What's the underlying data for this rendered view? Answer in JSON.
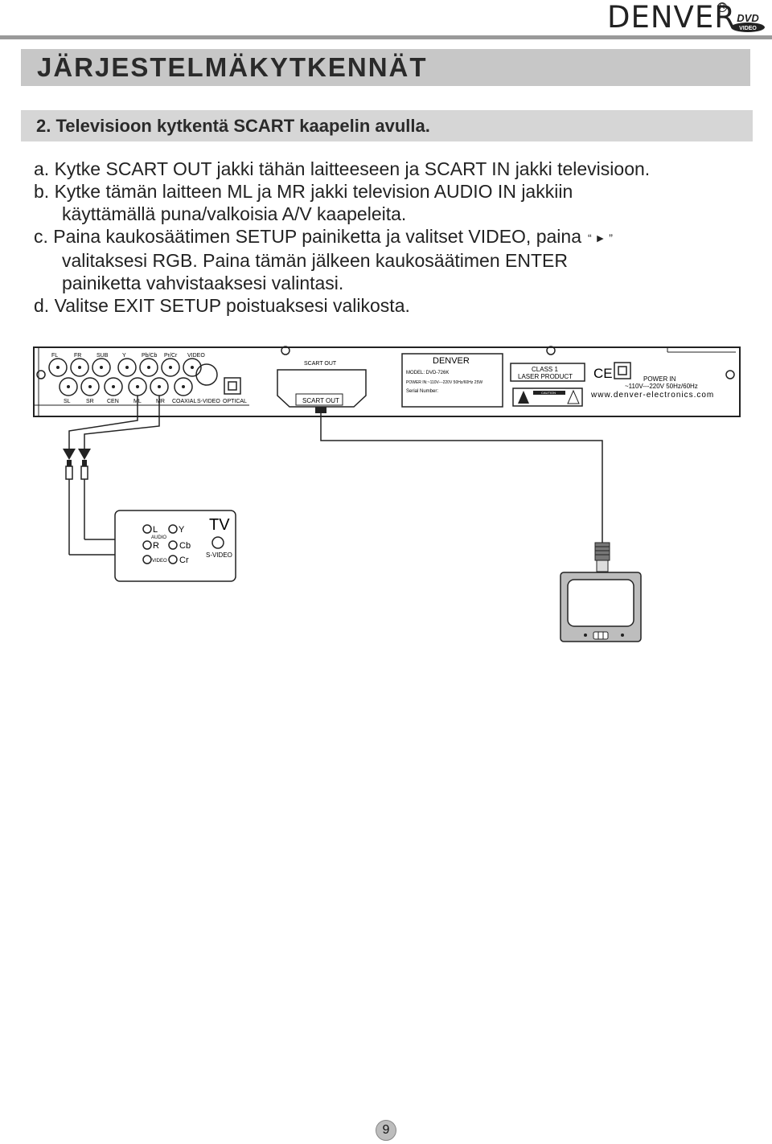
{
  "header": {
    "brand": "DENVER",
    "badge_top": "DVD",
    "badge_bottom": "VIDEO"
  },
  "section_title": "JÄRJESTELMÄKYTKENNÄT",
  "subsection_title": "2. Televisioon kytkentä SCART kaapelin avulla.",
  "steps": {
    "a": "a. Kytke SCART OUT jakki tähän laitteeseen ja SCART IN jakki televisioon.",
    "b1": "b. Kytke tämän laitteen ML ja MR jakki television AUDIO IN jakkiin",
    "b2": "käyttämällä puna/valkoisia A/V kaapeleita.",
    "c1": "c. Paina kaukosäätimen SETUP painiketta ja valitset VIDEO, paina",
    "c_arrow": "“ ► ”",
    "c2": "valitaksesi RGB. Paina tämän jälkeen kaukosäätimen ENTER",
    "c3": "painiketta vahvistaaksesi valintasi.",
    "d": "d. Valitse EXIT SETUP poistuaksesi valikosta."
  },
  "panel": {
    "top_labels": [
      "FL",
      "FR",
      "SUB",
      "Y",
      "Pb/Cb",
      "Pr/Cr",
      "VIDEO"
    ],
    "bottom_labels": [
      "SL",
      "SR",
      "CEN",
      "ML",
      "MR",
      "COAXIAL",
      "S-VIDEO",
      "OPTICAL"
    ],
    "scart_top": "SCART OUT",
    "scart_bottom": "SCART OUT",
    "label_brand": "DENVER",
    "model": "MODEL: DVD-726K",
    "power_spec": "POWER IN:~110V---220V 50Hz/60Hz 25W",
    "serial": "Serial Number:",
    "class1": "CLASS 1",
    "laser": "LASER PRODUCT",
    "caution": "CAUTION",
    "ce": "CE",
    "power_in": "POWER IN",
    "power_range": "~110V---220V 50Hz/60Hz",
    "website": "www.denver-electronics.com"
  },
  "tv_panel": {
    "title": "TV",
    "L": "L",
    "audio": "AUDIO",
    "R": "R",
    "video": "VIDEO",
    "Y": "Y",
    "Cb": "Cb",
    "Cr": "Cr",
    "svideo": "S-VIDEO"
  },
  "page_number": "9"
}
